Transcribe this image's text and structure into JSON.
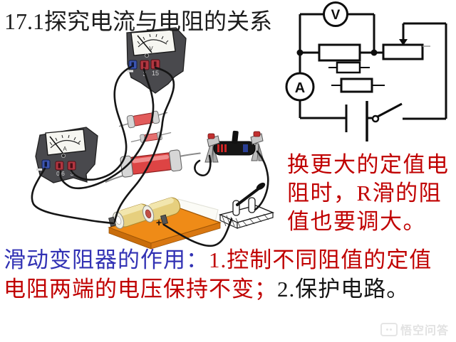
{
  "slide": {
    "title": "17.1探究电流与电阻的关系"
  },
  "circuit_diagram": {
    "voltmeter_label": "V",
    "ammeter_label": "A"
  },
  "equipment": {
    "voltmeter": {
      "dial_label": "V",
      "terminal_labels": [
        "3",
        "15"
      ]
    },
    "ammeter": {
      "dial_label": "A",
      "terminal_labels": [
        "0.6",
        "3"
      ]
    },
    "battery": {
      "plus_label": "+"
    }
  },
  "notes": {
    "right_red": {
      "color": "#c00000",
      "lines": [
        "换更大的定值电",
        "阻时，R滑的阻",
        "值也要调大。"
      ]
    },
    "bottom": {
      "blue_color": "#3232b4",
      "red_color": "#c00000",
      "black_color": "#161616",
      "blue_part": "滑动变阻器的作用：",
      "red_part1": "1.控制不同阻值的定值",
      "red_part2": "电阻两端的电压保持不变；",
      "black_part": "2.保护电路。"
    }
  },
  "watermark": {
    "text": "悟空问答"
  }
}
